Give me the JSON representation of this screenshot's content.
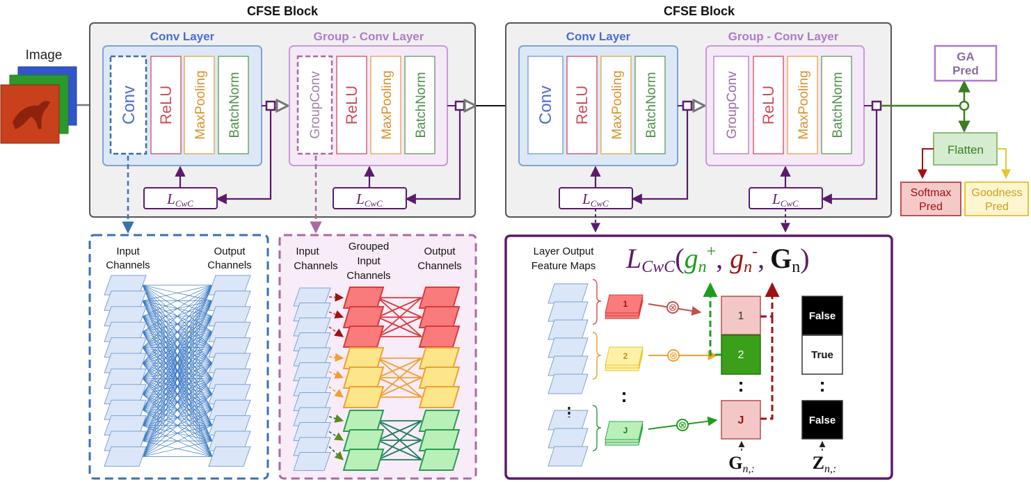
{
  "input": {
    "label": "Image"
  },
  "blocks": [
    {
      "title": "CFSE Block",
      "conv_layer": {
        "title": "Conv Layer",
        "units": [
          "Conv",
          "ReLU",
          "MaxPooling",
          "BatchNorm"
        ]
      },
      "group_layer": {
        "title": "Group - Conv Layer",
        "units": [
          "GroupConv",
          "ReLU",
          "MaxPooling",
          "BatchNorm"
        ]
      },
      "loss": {
        "main": "L",
        "sub": "CwC"
      }
    },
    {
      "title": "CFSE Block",
      "conv_layer": {
        "title": "Conv Layer",
        "units": [
          "Conv",
          "ReLU",
          "MaxPooling",
          "BatchNorm"
        ]
      },
      "group_layer": {
        "title": "Group - Conv Layer",
        "units": [
          "GroupConv",
          "ReLU",
          "MaxPooling",
          "BatchNorm"
        ]
      },
      "loss": {
        "main": "L",
        "sub": "CwC"
      }
    }
  ],
  "heads": {
    "ga": [
      "GA",
      "Pred"
    ],
    "flatten": "Flatten",
    "softmax": [
      "Softmax",
      "Pred"
    ],
    "goodness": [
      "Goodness",
      "Pred"
    ]
  },
  "conv_detail": {
    "input": [
      "Input",
      "Channels"
    ],
    "output": [
      "Output",
      "Channels"
    ]
  },
  "group_detail": {
    "input": [
      "Input",
      "Channels"
    ],
    "grouped": [
      "Grouped",
      "Input",
      "Channels"
    ],
    "output": [
      "Output",
      "Channels"
    ]
  },
  "loss_detail": {
    "feature_maps": [
      "Layer Output",
      "Feature Maps"
    ],
    "formula": {
      "L": "L",
      "sub": "CwC",
      "open": "(",
      "g1": "g",
      "g1_sub": "n",
      "g1_sup": "+",
      "comma1": ",",
      "g2": "g",
      "g2_sub": "n",
      "g2_sup": "-",
      "comma2": ",",
      "G": "G",
      "G_sub": "n",
      "close": ")"
    },
    "groups": [
      "1",
      "2",
      "J"
    ],
    "g_boxes": [
      "1",
      "2",
      "J"
    ],
    "z_boxes": [
      "False",
      "True",
      "False"
    ],
    "g_label": {
      "main": "G",
      "sub": "n,:"
    },
    "z_label": {
      "main": "Z",
      "sub": "n,:"
    },
    "otimes": "⊗",
    "dots": ":"
  },
  "colors": {
    "conv_blue": "#4a6bd6",
    "conv_fill": "#dce8f7",
    "conv_border": "#6f9bd0",
    "group_purple": "#b07ac8",
    "group_fill": "#f5e9f8",
    "relu_red": "#d04a5a",
    "maxpool_orange": "#e2962c",
    "bn_green": "#4f8e4a",
    "loss_purple": "#5b1a6d",
    "dark_green": "#3b7d1f",
    "dark_red": "#a01010",
    "block_fill": "#f0f0f0"
  }
}
